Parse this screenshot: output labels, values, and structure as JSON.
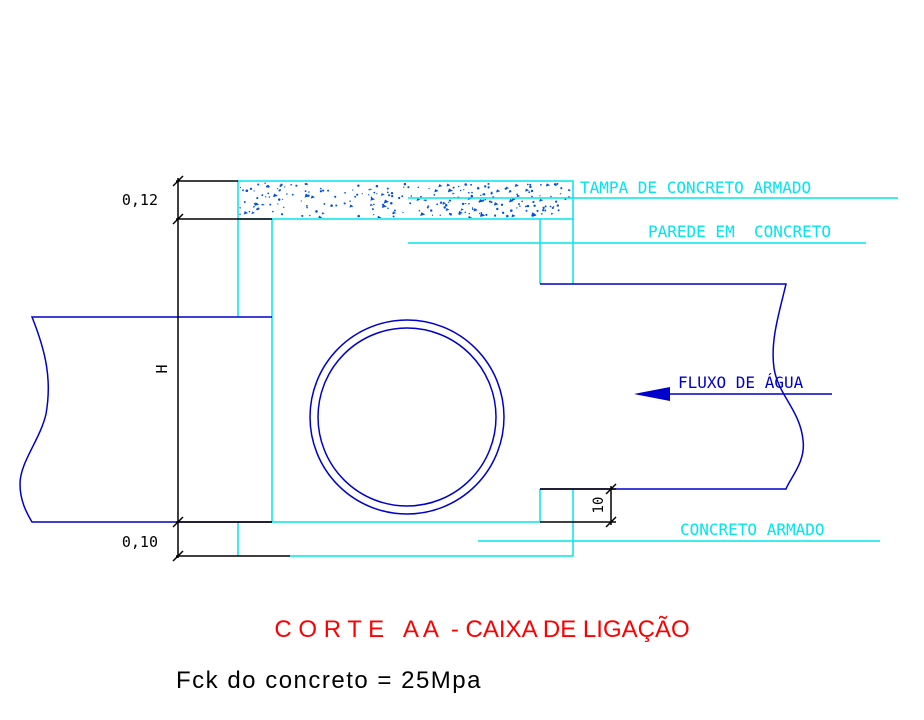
{
  "colors": {
    "cyan": "#00e5ee",
    "blue": "#0000cc",
    "black": "#000000",
    "red": "#ff0000",
    "hatch": "#0050d8"
  },
  "labels": {
    "lid": "TAMPA DE CONCRETO ARMADO",
    "wall": "PAREDE EM  CONCRETO",
    "flow": "FLUXO DE ÁGUA",
    "base": "CONCRETO ARMADO"
  },
  "dimensions": {
    "lid_thickness": "0,12",
    "height": "H",
    "base_thickness": "0,10",
    "pipe_offset": "10"
  },
  "title": "C O R T E   A A  - CAIXA DE LIGAÇÃO",
  "note": "Fck do concreto = 25Mpa"
}
